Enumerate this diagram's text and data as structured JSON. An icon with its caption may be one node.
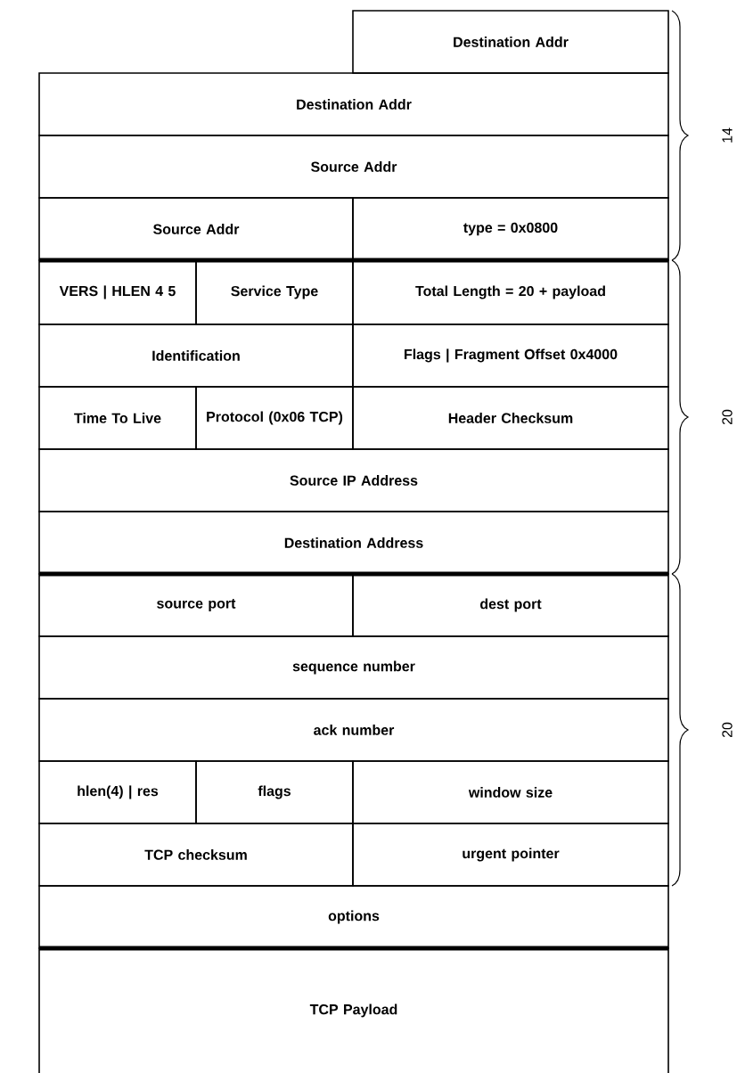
{
  "diagram": {
    "nodes": [
      {
        "text": [
          "Destination Addr"
        ]
      },
      {
        "text": [
          "Destination Addr"
        ]
      },
      {
        "text": [
          "Source Addr"
        ]
      },
      {
        "text": [
          "Source Addr"
        ]
      },
      {
        "text": [
          "type = 0x0800"
        ]
      },
      {
        "text": [
          "VERS | HLEN 4 5"
        ]
      },
      {
        "text": [
          "Service Type"
        ]
      },
      {
        "text": [
          "Total Length = 20 + payload"
        ]
      },
      {
        "text": [
          "Identification"
        ]
      },
      {
        "text": [
          "Flags | Fragment Offset 0x4000"
        ]
      },
      {
        "text": [
          "Time To Live"
        ]
      },
      {
        "text": [
          "Protocol (0x06 TCP)"
        ]
      },
      {
        "text": [
          "Header Checksum"
        ]
      },
      {
        "text": [
          "Source IP Address"
        ]
      },
      {
        "text": [
          "Destination Address"
        ]
      },
      {
        "text": [
          "source port"
        ]
      },
      {
        "text": [
          "dest port"
        ]
      },
      {
        "text": [
          "sequence number"
        ]
      },
      {
        "text": [
          "ack number"
        ]
      },
      {
        "text": [
          "hlen(4) |  res"
        ]
      },
      {
        "text": [
          "flags"
        ]
      },
      {
        "text": [
          "window size"
        ]
      },
      {
        "text": [
          "TCP checksum"
        ]
      },
      {
        "text": [
          "urgent pointer"
        ]
      },
      {
        "text": [
          "options"
        ]
      },
      {
        "text": [
          "TCP Payload"
        ]
      }
    ],
    "labels": [
      "14",
      "20",
      "20"
    ]
  }
}
